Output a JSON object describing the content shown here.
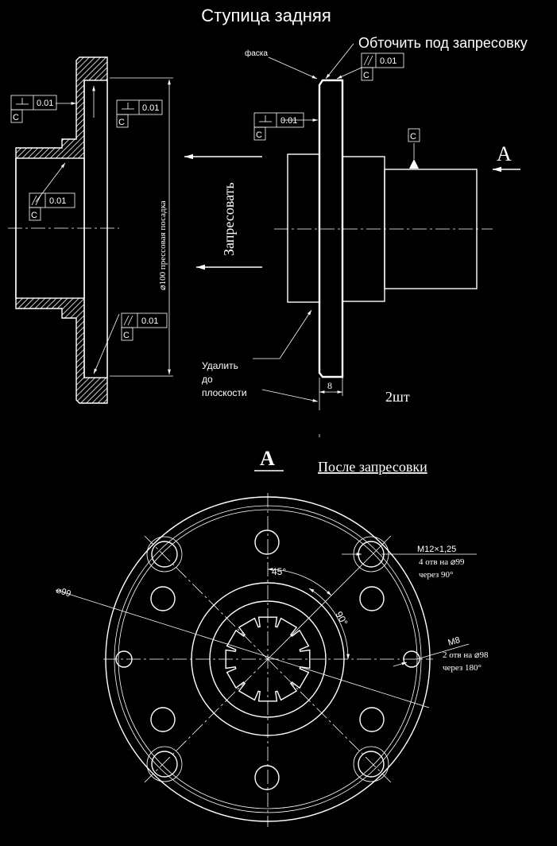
{
  "title": "Ступица задняя",
  "left_view": {
    "tol_perp": "0.01",
    "tol_par": "0.01",
    "datum": "C",
    "diameter_label": "⌀100  прессовая посадка"
  },
  "middle": {
    "press_label": "Запресовать"
  },
  "right_view": {
    "chamfer_label": "фаска",
    "machine_label": "Обточить под запресовку",
    "tol_par": "0.01",
    "tol_perp": "0.01",
    "datum": "C",
    "view_letter": "A",
    "remove_line1": "Удалить",
    "remove_line2": "до",
    "remove_line3": "плоскости",
    "thickness_dim": "8",
    "quantity": "2шт"
  },
  "bottom_view": {
    "view_letter": "A",
    "caption": "После запресовки",
    "dia_label": "⌀99",
    "angle_45": "45°",
    "angle_90": "90°",
    "thread1": "М12×1,25",
    "holes1_a": "4 отв на  ⌀99",
    "holes1_b": "через 90°",
    "thread2": "М8",
    "holes2_a": "2 отв на  ⌀98",
    "holes2_b": "через 180°"
  }
}
